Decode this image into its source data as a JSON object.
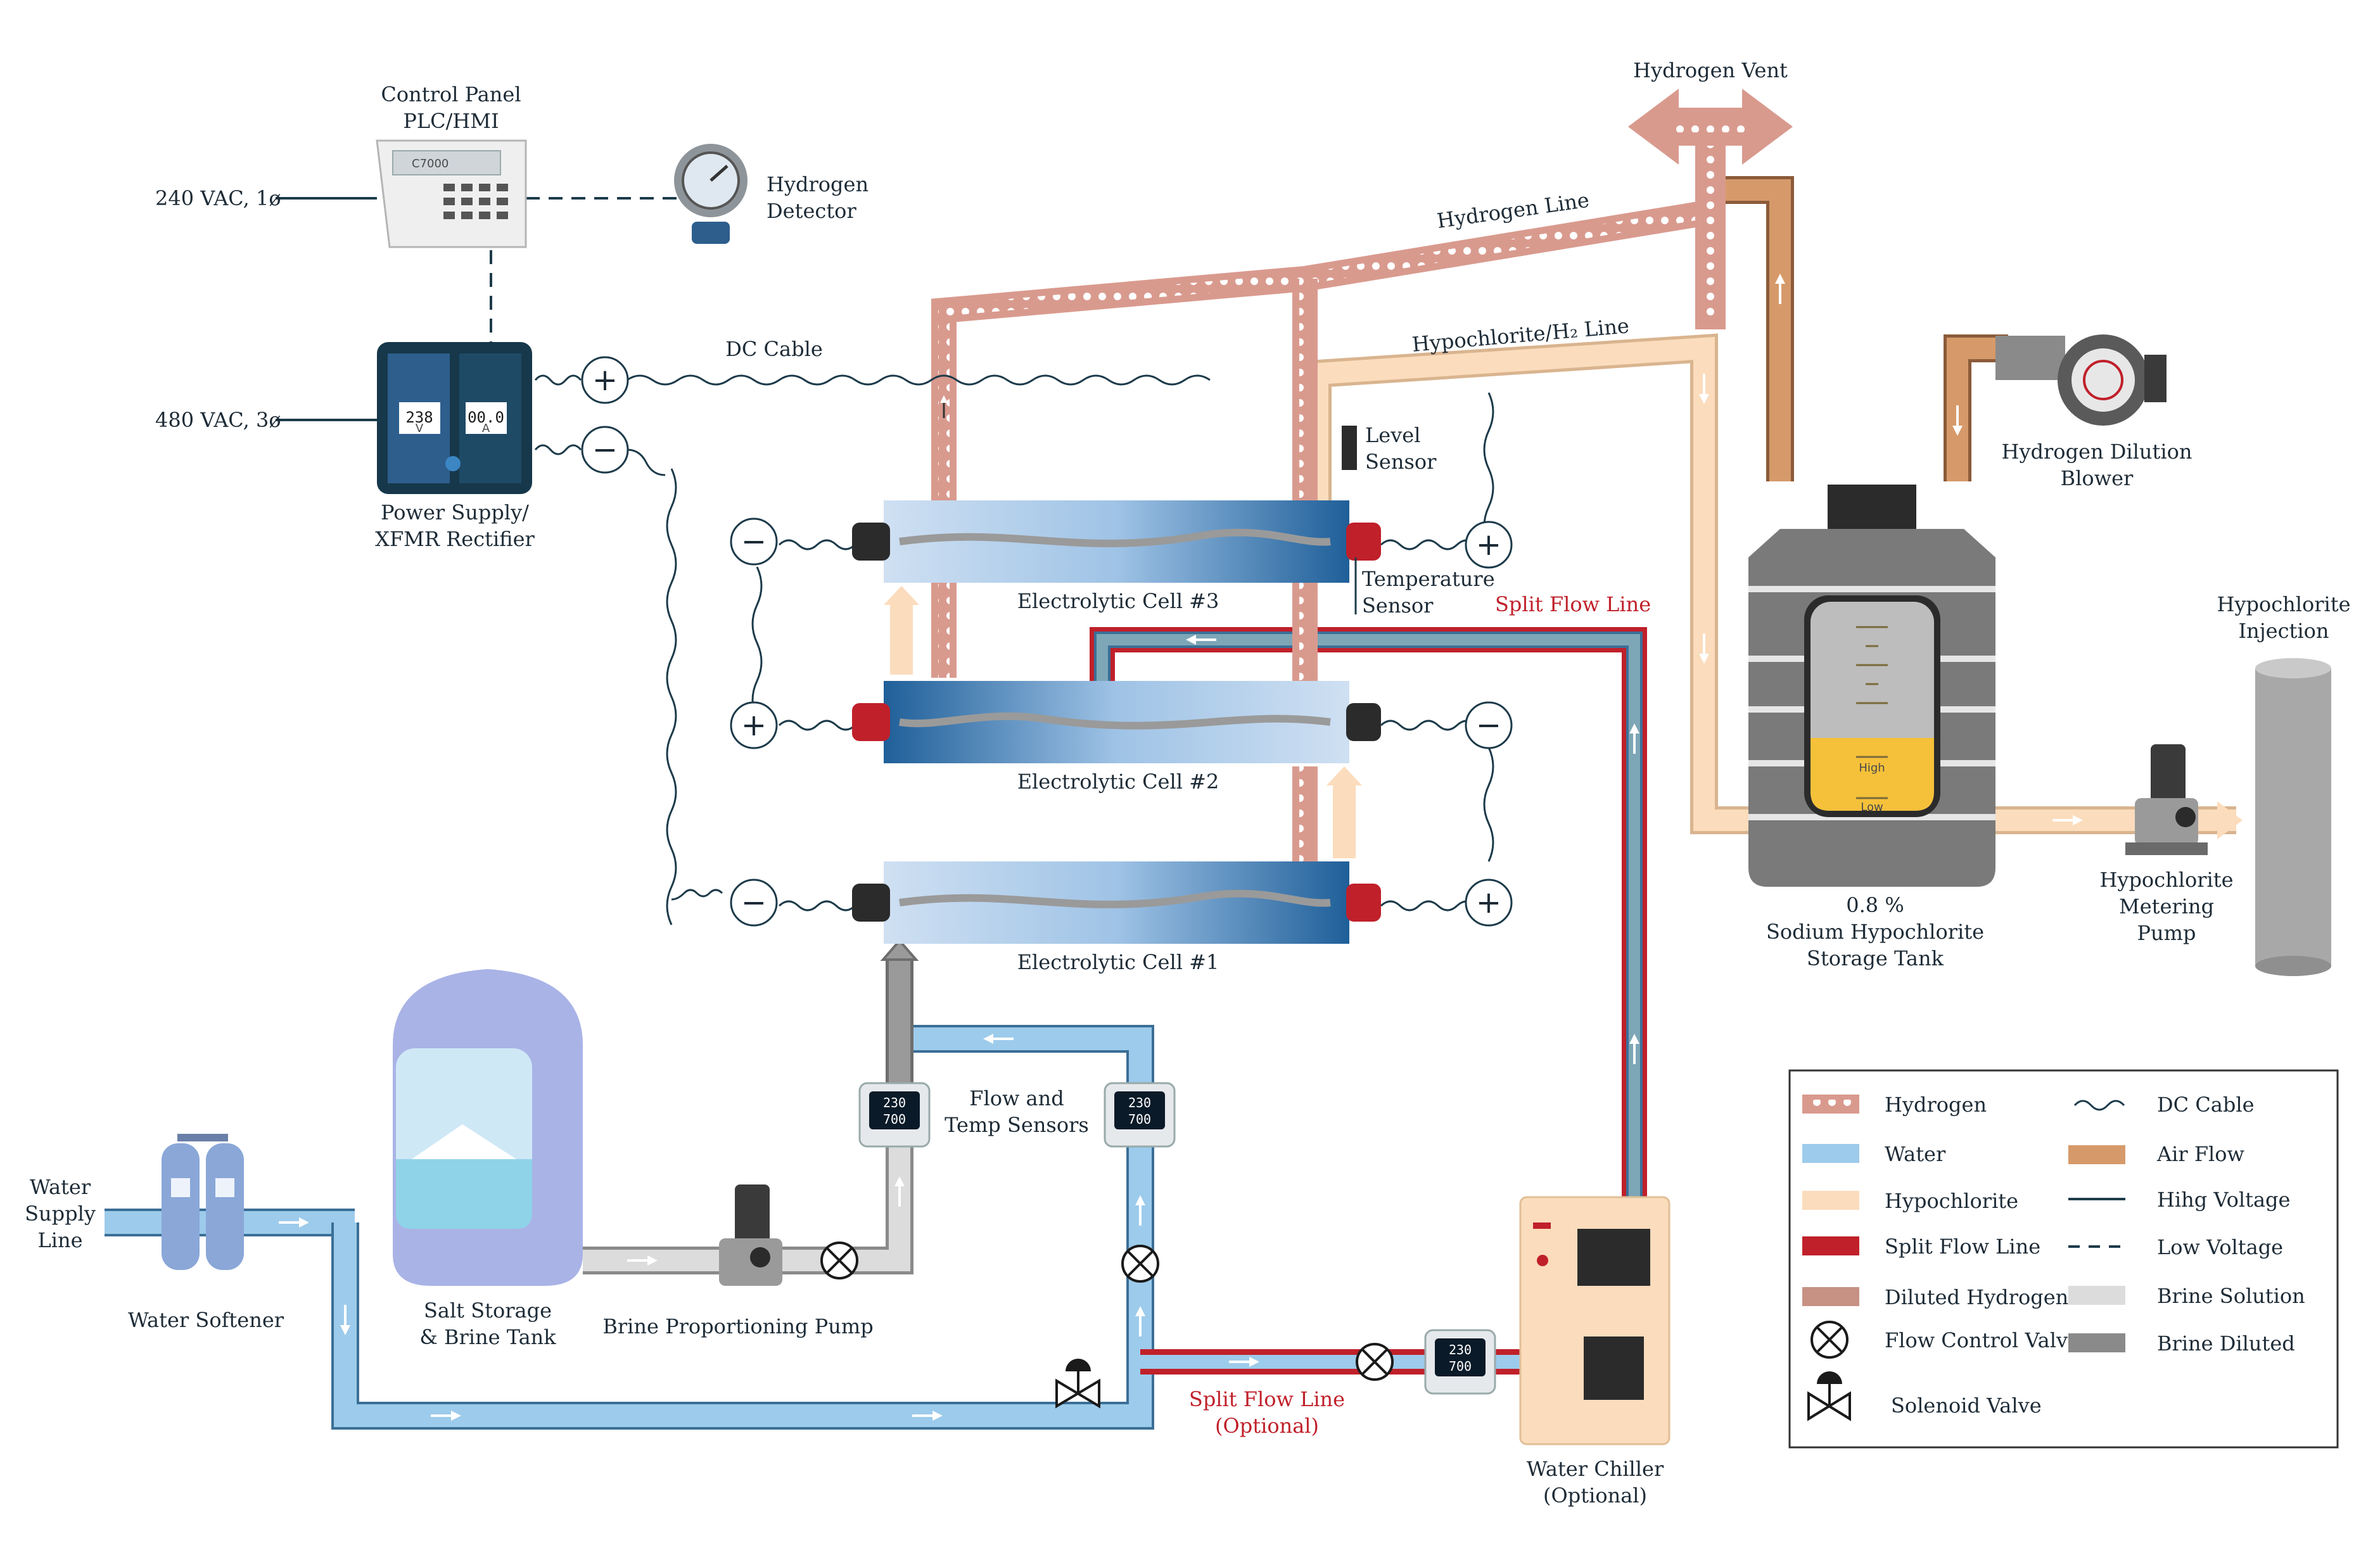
{
  "labels": {
    "control_panel_1": "Control Panel",
    "control_panel_2": "PLC/HMI",
    "vac240": "240 VAC, 1ø",
    "vac480": "480 VAC, 3ø",
    "hydrogen_detector_1": "Hydrogen",
    "hydrogen_detector_2": "Detector",
    "power_supply_1": "Power Supply/",
    "power_supply_2": "XFMR Rectifier",
    "dc_cable": "DC Cable",
    "hydrogen_vent": "Hydrogen Vent",
    "hydrogen_line": "Hydrogen Line",
    "hypochlorite_h2_line": "Hypochlorite/H₂ Line",
    "level_sensor_1": "Level",
    "level_sensor_2": "Sensor",
    "temperature_sensor_1": "Temperature",
    "temperature_sensor_2": "Sensor",
    "split_flow_line_top": "Split Flow Line",
    "cell3": "Electrolytic Cell #3",
    "cell2": "Electrolytic Cell #2",
    "cell1": "Electrolytic Cell #1",
    "dilution_blower_1": "Hydrogen Dilution",
    "dilution_blower_2": "Blower",
    "tank_1": "0.8 %",
    "tank_2": "Sodium Hypochlorite",
    "tank_3": "Storage Tank",
    "tank_high": "High",
    "tank_low": "Low",
    "injection_1": "Hypochlorite",
    "injection_2": "Injection",
    "metering_1": "Hypochlorite",
    "metering_2": "Metering",
    "metering_3": "Pump",
    "water_supply_1": "Water",
    "water_supply_2": "Supply",
    "water_supply_3": "Line",
    "water_softener": "Water Softener",
    "salt_storage_1": "Salt Storage",
    "salt_storage_2": "& Brine Tank",
    "brine_pump": "Brine Proportioning Pump",
    "flow_temp_1": "Flow and",
    "flow_temp_2": "Temp Sensors",
    "split_flow_optional_1": "Split Flow Line",
    "split_flow_optional_2": "(Optional)",
    "chiller_1": "Water Chiller",
    "chiller_2": "(Optional)",
    "ps_voltage": "238",
    "ps_current": "00.0",
    "ps_v_unit": "V",
    "ps_a_unit": "A",
    "sensor_top": "230",
    "sensor_bottom": "700",
    "panel_brand": "C7000",
    "plus": "+",
    "minus": "−"
  },
  "legend": [
    {
      "key": "hydrogen",
      "label": "Hydrogen",
      "color": "#d99a8e",
      "style": "dotted-pipe"
    },
    {
      "key": "water",
      "label": "Water",
      "color": "#9dcbeb",
      "style": "pipe"
    },
    {
      "key": "hypochlorite",
      "label": "Hypochlorite",
      "color": "#fbdcbc",
      "style": "pipe"
    },
    {
      "key": "split_flow",
      "label": "Split Flow Line",
      "color": "#c0202a",
      "style": "pipe"
    },
    {
      "key": "diluted_hydrogen",
      "label": "Diluted Hydrogen",
      "color": "#c79184",
      "style": "pipe"
    },
    {
      "key": "flow_control_valve",
      "label": "Flow Control Valve",
      "icon": "flow-control-valve"
    },
    {
      "key": "solenoid_valve",
      "label": "Solenoid Valve",
      "icon": "solenoid-valve"
    },
    {
      "key": "dc_cable",
      "label": "DC Cable",
      "style": "wavy-line"
    },
    {
      "key": "air_flow",
      "label": "Air Flow",
      "color": "#d69a6a",
      "style": "pipe"
    },
    {
      "key": "high_voltage",
      "label": "Hihg Voltage",
      "style": "solid-line"
    },
    {
      "key": "low_voltage",
      "label": "Low Voltage",
      "style": "dashed-line"
    },
    {
      "key": "brine_solution",
      "label": "Brine Solution",
      "color": "#dcdcdc",
      "style": "pipe"
    },
    {
      "key": "brine_diluted",
      "label": "Brine Diluted",
      "color": "#8a8a8a",
      "style": "pipe"
    }
  ],
  "colors": {
    "water": "#9dcbeb",
    "water_edge": "#3b6f97",
    "hydrogen": "#d99a8e",
    "hypochlorite": "#fbdcbc",
    "split_flow": "#c0202a",
    "air_flow": "#d69a6a",
    "brine_solution": "#dcdcdc",
    "brine_diluted": "#8a8a8a",
    "text": "#1d2b36"
  }
}
